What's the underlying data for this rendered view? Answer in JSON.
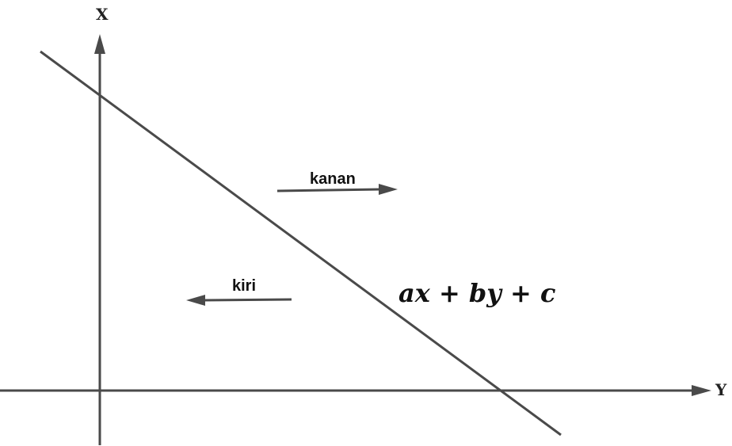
{
  "axes": {
    "vertical_label": "X",
    "horizontal_label": "Y"
  },
  "directions": {
    "right_label": "kanan",
    "left_label": "kiri"
  },
  "equation": {
    "t1": "ax",
    "op1": " + ",
    "t2": "by",
    "op2": " + ",
    "t3": "c"
  },
  "colors": {
    "stroke": "#4a4a4a",
    "text": "#111111",
    "background": "#ffffff"
  }
}
